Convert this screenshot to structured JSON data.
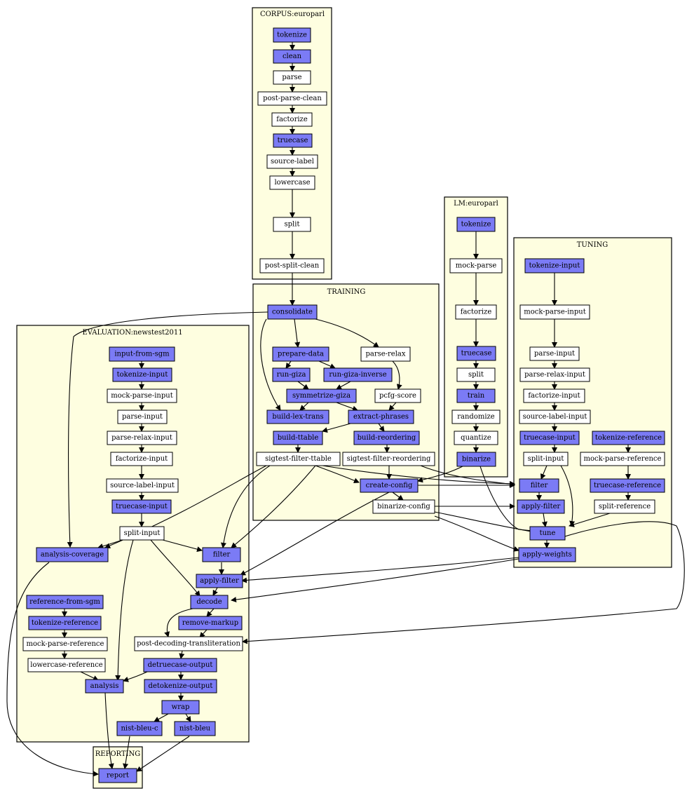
{
  "colors": {
    "done": "#7b7bf5",
    "todo": "#ffffff",
    "cluster": "#fefee0"
  },
  "clusters": {
    "corpus": "CORPUS:europarl",
    "lm": "LM:europarl",
    "tuning": "TUNING",
    "training": "TRAINING",
    "evaluation": "EVALUATION:newstest2011",
    "reporting": "REPORTING"
  },
  "nodes": {
    "c_tokenize": "tokenize",
    "c_clean": "clean",
    "c_parse": "parse",
    "c_postparse": "post-parse-clean",
    "c_factorize": "factorize",
    "c_truecase": "truecase",
    "c_sourcelabel": "source-label",
    "c_lowercase": "lowercase",
    "c_split": "split",
    "c_postsplit": "post-split-clean",
    "l_tokenize": "tokenize",
    "l_mockparse": "mock-parse",
    "l_factorize": "factorize",
    "l_truecase": "truecase",
    "l_split": "split",
    "l_train": "train",
    "l_randomize": "randomize",
    "l_quantize": "quantize",
    "l_binarize": "binarize",
    "t_tokinput": "tokenize-input",
    "t_mockparse": "mock-parse-input",
    "t_parse": "parse-input",
    "t_parserelax": "parse-relax-input",
    "t_factorize": "factorize-input",
    "t_sourcelabel": "source-label-input",
    "t_truecase": "truecase-input",
    "t_split": "split-input",
    "t_tokref": "tokenize-reference",
    "t_mockref": "mock-parse-reference",
    "t_truecaseref": "truecase-reference",
    "t_splitref": "split-reference",
    "t_filter": "filter",
    "t_applyfilter": "apply-filter",
    "t_tune": "tune",
    "t_applyweights": "apply-weights",
    "tr_consolidate": "consolidate",
    "tr_prepare": "prepare-data",
    "tr_parserelax": "parse-relax",
    "tr_rungiza": "run-giza",
    "tr_runginv": "run-giza-inverse",
    "tr_symmetrize": "symmetrize-giza",
    "tr_pcfg": "pcfg-score",
    "tr_buildlex": "build-lex-trans",
    "tr_extract": "extract-phrases",
    "tr_buildttable": "build-ttable",
    "tr_buildreord": "build-reordering",
    "tr_sigttable": "sigtest-filter-ttable",
    "tr_sigreord": "sigtest-filter-reordering",
    "tr_createconfig": "create-config",
    "tr_binconfig": "binarize-config",
    "e_inputsgm": "input-from-sgm",
    "e_tokinput": "tokenize-input",
    "e_mockparse": "mock-parse-input",
    "e_parse": "parse-input",
    "e_parserelax": "parse-relax-input",
    "e_factorize": "factorize-input",
    "e_sourcelabel": "source-label-input",
    "e_truecase": "truecase-input",
    "e_split": "split-input",
    "e_coverage": "analysis-coverage",
    "e_filter": "filter",
    "e_applyfilter": "apply-filter",
    "e_refsgm": "reference-from-sgm",
    "e_decode": "decode",
    "e_tokref": "tokenize-reference",
    "e_removemarkup": "remove-markup",
    "e_mockref": "mock-parse-reference",
    "e_postdecoding": "post-decoding-transliteration",
    "e_lowerref": "lowercase-reference",
    "e_detruecase": "detruecase-output",
    "e_analysis": "analysis",
    "e_detokenize": "detokenize-output",
    "e_wrap": "wrap",
    "e_nistbleuc": "nist-bleu-c",
    "e_nistbleu": "nist-bleu",
    "r_report": "report"
  }
}
